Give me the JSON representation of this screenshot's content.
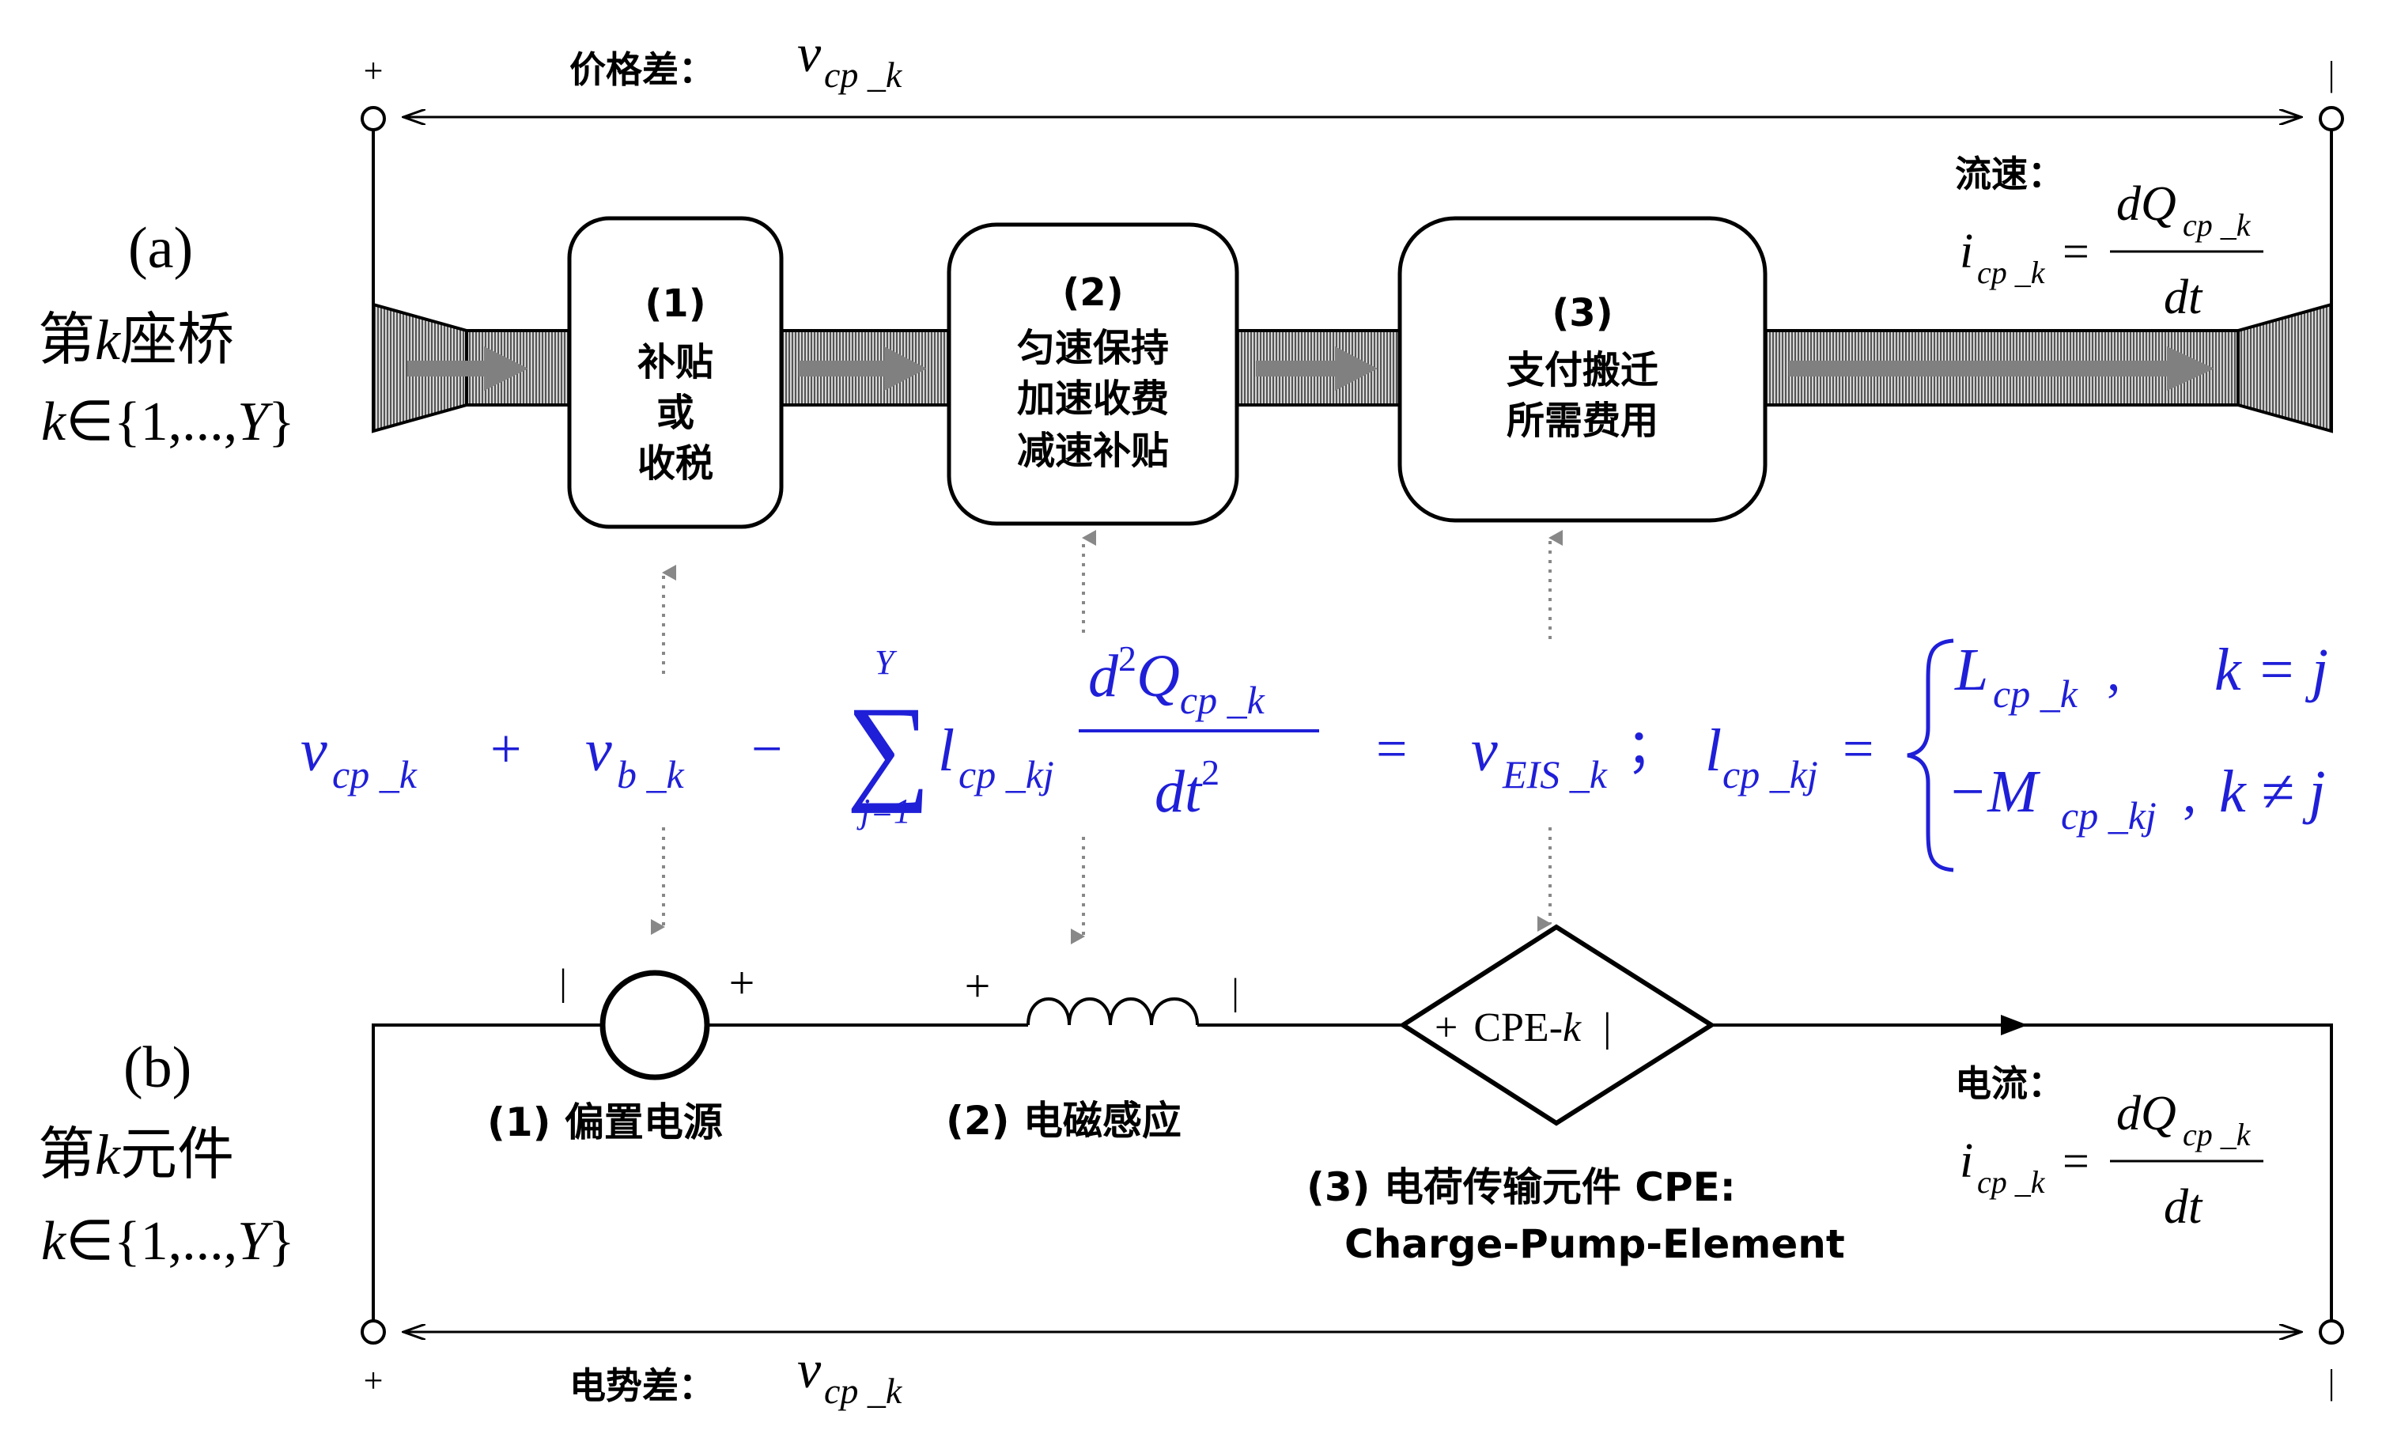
{
  "bridge": {
    "tag": "(a)",
    "title_cn": "第",
    "title_k": "k",
    "title_suffix": "座桥",
    "set_k": "k",
    "set_in": "∈",
    "set_range": "{1,...,",
    "set_Y": "Y",
    "set_close": "}",
    "price_diff_label": "价格差：",
    "flow_label": "流速：",
    "plus_left": "+",
    "minus_right": "|",
    "stages": [
      {
        "num": "(1)",
        "lines": [
          "补贴",
          "或",
          "收税"
        ]
      },
      {
        "num": "(2)",
        "lines": [
          "匀速保持",
          "加速收费",
          "减速补贴"
        ]
      },
      {
        "num": "(3)",
        "lines": [
          "支付搬迁",
          "所需费用"
        ]
      }
    ]
  },
  "element": {
    "tag": "(b)",
    "title_cn": "第",
    "title_k": "k",
    "title_suffix": "元件",
    "set_k": "k",
    "set_in": "∈",
    "set_range": "{1,...,",
    "set_Y": "Y",
    "set_close": "}",
    "potential_diff_label": "电势差：",
    "current_label": "电流：",
    "plus_left": "+",
    "minus_right": "|",
    "source_label": "(1) 偏置电源",
    "inductor_label": "(2) 电磁感应",
    "cpe_label_1": "(3) 电荷传输元件 CPE:",
    "cpe_label_2": "Charge-Pump-Element",
    "cpe_box_plus": "+",
    "cpe_box_text": "CPE-",
    "cpe_box_k": "k",
    "cpe_box_minus": "|",
    "source_minus": "|",
    "source_plus": "+",
    "ind_plus": "+",
    "ind_minus": "|"
  },
  "math": {
    "v": "v",
    "sub_cp_k": "cp _k",
    "sub_b_k": "b _k",
    "sub_EIS_k": "EIS _k",
    "sub_cp_kj": "cp _kj",
    "plus": "+",
    "minus": "−",
    "equals": "=",
    "semicolon": "；",
    "sigma": "∑",
    "sum_top": "Y",
    "sum_bottom": "j=1",
    "l": "l",
    "d2Q_d": "d",
    "d2Q_exp": "2",
    "d2Q_Q": "Q",
    "dt2_dt": "dt",
    "dt2_exp": "2",
    "L": "L",
    "M": "−M",
    "case1": "k = j",
    "case2": "k ≠ j",
    "comma": ",",
    "i": "i",
    "dQ": "dQ",
    "dt": "dt"
  },
  "colors": {
    "equation": "#1f1fd8",
    "line": "#000000",
    "arrow_gray": "#808080",
    "hatch": "#555555"
  }
}
